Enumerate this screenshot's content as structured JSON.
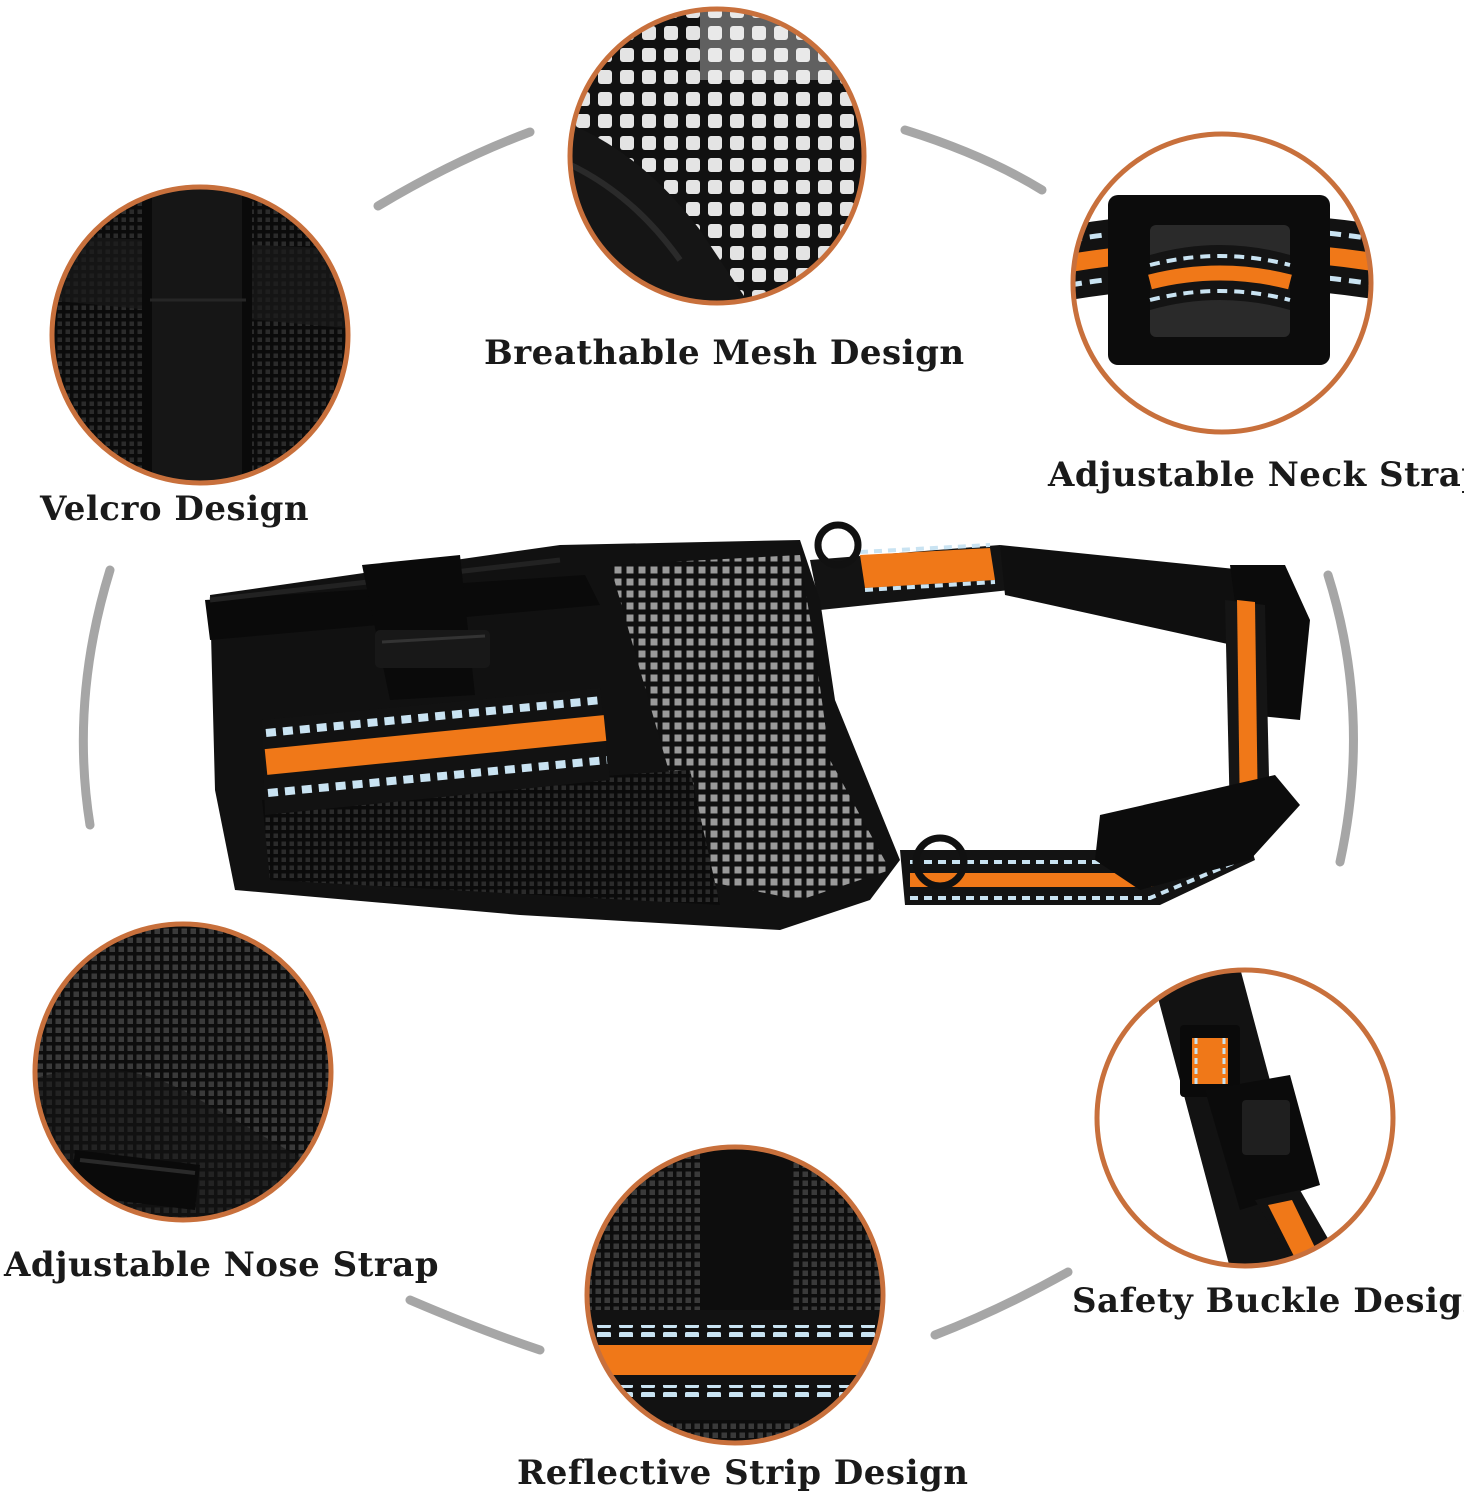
{
  "features": [
    {
      "id": "mesh",
      "label": "Breathable Mesh Design",
      "icon": "mesh-fabric-icon"
    },
    {
      "id": "velcro",
      "label": "Velcro Design",
      "icon": "velcro-strap-icon"
    },
    {
      "id": "neck",
      "label": "Adjustable Neck Strap",
      "icon": "neck-strap-buckle-icon"
    },
    {
      "id": "nose",
      "label": "Adjustable Nose Strap",
      "icon": "nose-strap-icon"
    },
    {
      "id": "buckle",
      "label": "Safety Buckle Design",
      "icon": "safety-buckle-icon"
    },
    {
      "id": "reflective",
      "label": "Reflective Strip Design",
      "icon": "reflective-strip-icon"
    }
  ],
  "colors": {
    "ring": "#c8703c",
    "accent_orange": "#f07818",
    "fabric_black": "#121212",
    "reflective": "#c9e3f2",
    "connector_arc": "#a6a6a6",
    "text": "#1a1a1a"
  }
}
